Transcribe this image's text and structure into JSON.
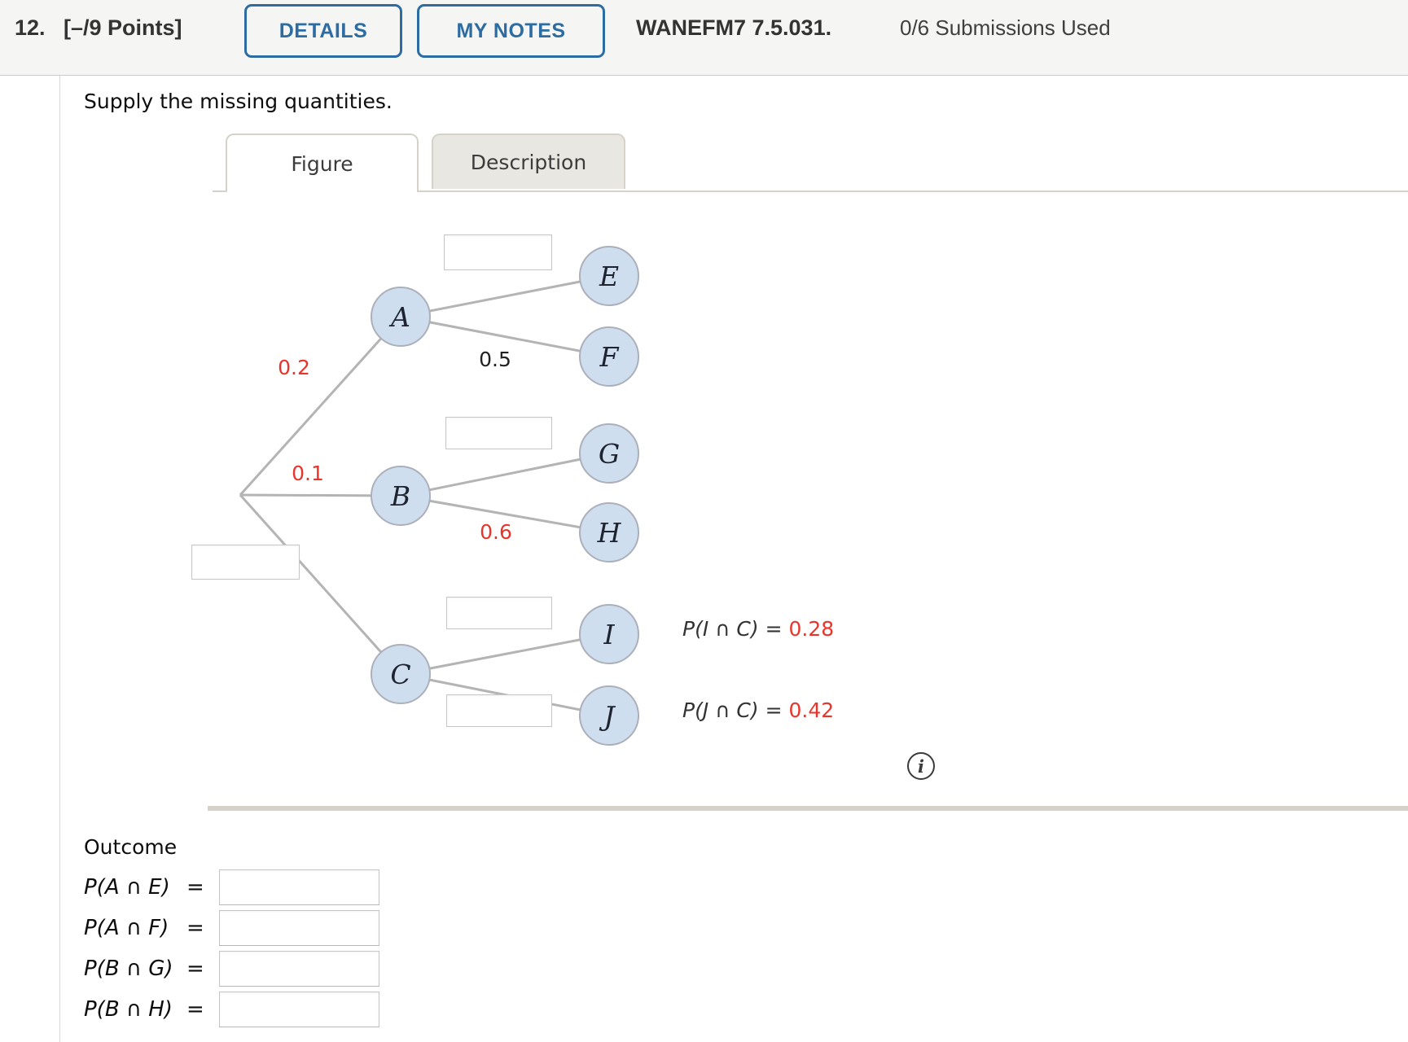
{
  "header": {
    "question_number": "12.",
    "points": "[–/9 Points]",
    "details_label": "DETAILS",
    "my_notes_label": "MY NOTES",
    "assignment_code": "WANEFM7 7.5.031.",
    "submissions_used": "0/6 Submissions Used"
  },
  "question": {
    "prompt": "Supply the missing quantities."
  },
  "tabs": {
    "figure_label": "Figure",
    "description_label": "Description"
  },
  "tree": {
    "nodes": [
      "A",
      "B",
      "C",
      "E",
      "F",
      "G",
      "H",
      "I",
      "J"
    ],
    "branch_labels": {
      "root_to_a": "0.2",
      "root_to_b": "0.1",
      "a_to_f": "0.5",
      "b_to_h": "0.6"
    },
    "branch_inputs": {
      "a_to_e": "",
      "b_to_g": "",
      "root_to_c": "",
      "c_to_i": "",
      "c_to_j": ""
    },
    "equations": [
      {
        "lhs": "P(I ∩ C)",
        "eq": "=",
        "value": "0.28"
      },
      {
        "lhs": "P(J ∩ C)",
        "eq": "=",
        "value": "0.42"
      }
    ]
  },
  "icons": {
    "info": "i"
  },
  "outcome": {
    "heading": "Outcome",
    "rows": [
      {
        "label": "P(A ∩ E)",
        "eq": "=",
        "value": ""
      },
      {
        "label": "P(A ∩ F)",
        "eq": "=",
        "value": ""
      },
      {
        "label": "P(B ∩ G)",
        "eq": "=",
        "value": ""
      },
      {
        "label": "P(B ∩ H)",
        "eq": "=",
        "value": ""
      }
    ]
  },
  "colors": {
    "accent_blue": "#2d6ca2",
    "answer_red": "#e8352b",
    "node_fill": "#cfdeee",
    "node_border": "#abb0ba",
    "branch_line": "#b4b4b4",
    "tab_border": "#d6d2ca",
    "inactive_tab_bg": "#e9e7e1",
    "header_bg": "#f5f5f3"
  }
}
